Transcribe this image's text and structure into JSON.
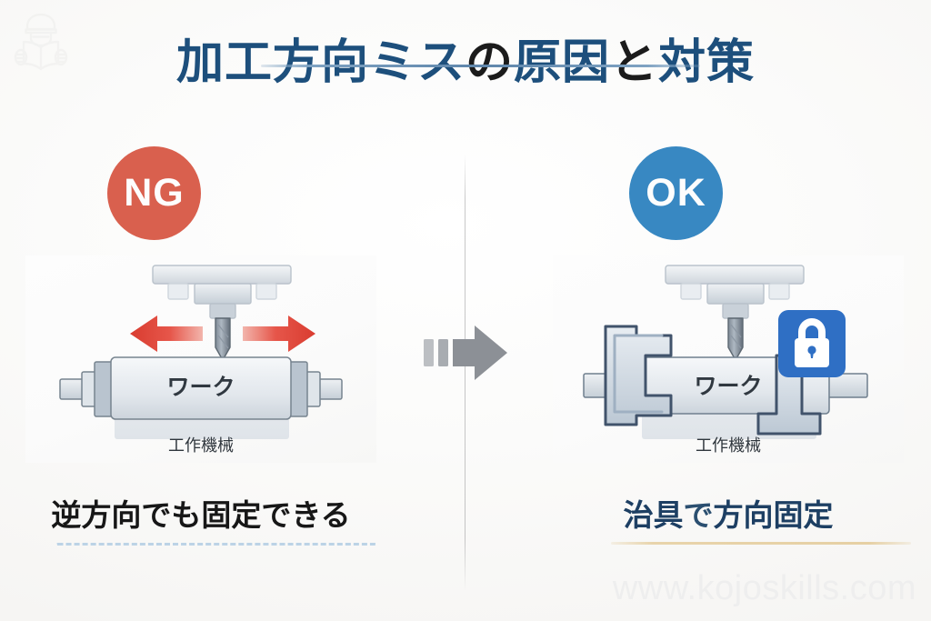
{
  "title": {
    "part1": "加工方向ミス",
    "part2": "の",
    "part3": "原因",
    "part4": "と",
    "part5": "対策",
    "full": "加工方向ミスの原因と対策",
    "accent_color": "#1d4f7c",
    "dark_color": "#1b1b1b"
  },
  "badges": {
    "ng": {
      "label": "NG",
      "color": "#d9604e"
    },
    "ok": {
      "label": "OK",
      "color": "#3888c2"
    }
  },
  "left_panel": {
    "workpiece_label": "ワーク",
    "machine_label": "工作機械",
    "arrow_color": "#e23b3b",
    "arrow_meaning": "bidirectional-free-rotation"
  },
  "right_panel": {
    "workpiece_label": "ワーク",
    "machine_label": "工作機械",
    "lock_badge_color": "#2f6fc4",
    "lock_icon": "padlock-closed-icon",
    "jig_icon": "c-clamp-jig"
  },
  "captions": {
    "ng": "逆方向でも固定できる",
    "ng_underline_color": "#bcd3e6",
    "ok_part1": "治具",
    "ok_part2": "で",
    "ok_part3": "方向固定",
    "ok_full": "治具で方向固定",
    "ok_underline_color": "#e6d0a4"
  },
  "center": {
    "arrow_icon": "right-arrow-with-motion-dashes",
    "arrow_color": "#8c9096"
  },
  "watermarks": {
    "url": "www.kojoskills.com",
    "logo_icon": "person-reading-book-logo"
  }
}
